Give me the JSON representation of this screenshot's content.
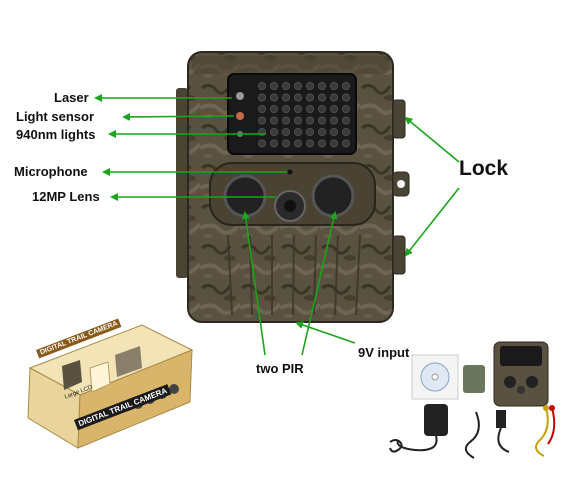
{
  "labels": {
    "laser": "Laser",
    "light_sensor": "Light sensor",
    "lights": "940nm lights",
    "microphone": "Microphone",
    "lens": "12MP Lens",
    "lock": "Lock",
    "pir": "two PIR",
    "input": "9V input"
  },
  "box": {
    "title": "DIGITAL TRAIL CAMERA",
    "side_title": "DIGITAL TRAIL CAMERA",
    "sticker": "Large LCD"
  },
  "colors": {
    "arrow": "#1aa51a",
    "camo_base": "#5a5240",
    "camo_dark": "#3b3528",
    "ir_panel": "#1a1a1a",
    "box_gold": "#d8b56a"
  },
  "accessories": [
    "cd-disc",
    "mounting-strap",
    "mini-camera",
    "power-adapter",
    "usb-cable",
    "tv-out-cable"
  ]
}
